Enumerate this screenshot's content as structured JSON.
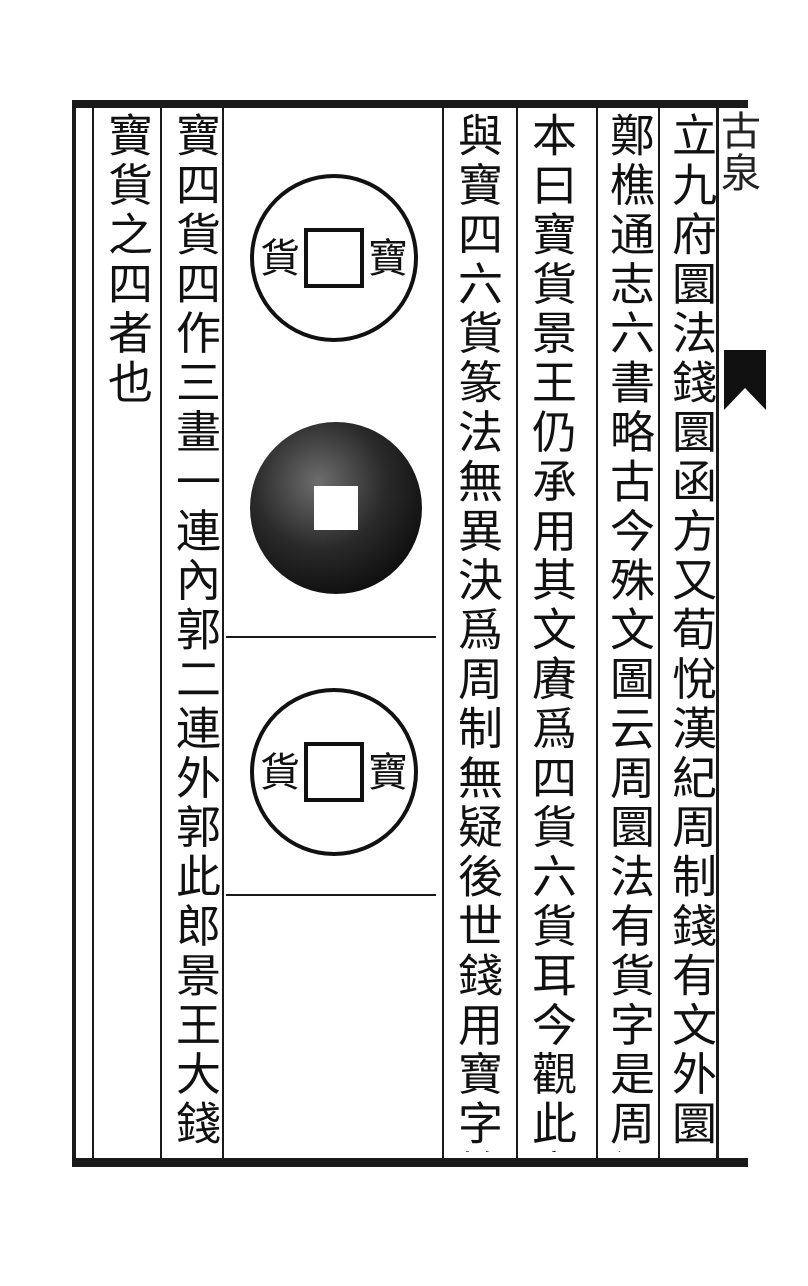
{
  "margin_title": "古泉",
  "columns": [
    "立九府圜法錢圜函方又荀悅漢紀周制錢有文外圜函方又",
    "鄭樵通志六書略古今殊文圖云周圜法有貨字是周初錢文",
    "本曰寶貨景王仍承用其文賡爲四貨六貨耳今觀此寶貨字",
    "與寶四六貨篆法無異決爲周制無疑後世錢用寶字始於此",
    "寶四貨四作三畫一連內郭二連外郭此郎景王大錢一枚直",
    "寶貨之四者也"
  ],
  "coins": [
    {
      "kind": "inscribed",
      "left_char": "貨",
      "right_char": "寶"
    },
    {
      "kind": "reverse-dark"
    },
    {
      "kind": "inscribed",
      "left_char": "貨",
      "right_char": "寶"
    }
  ],
  "colors": {
    "ink": "#111111",
    "paper": "#ffffff"
  }
}
